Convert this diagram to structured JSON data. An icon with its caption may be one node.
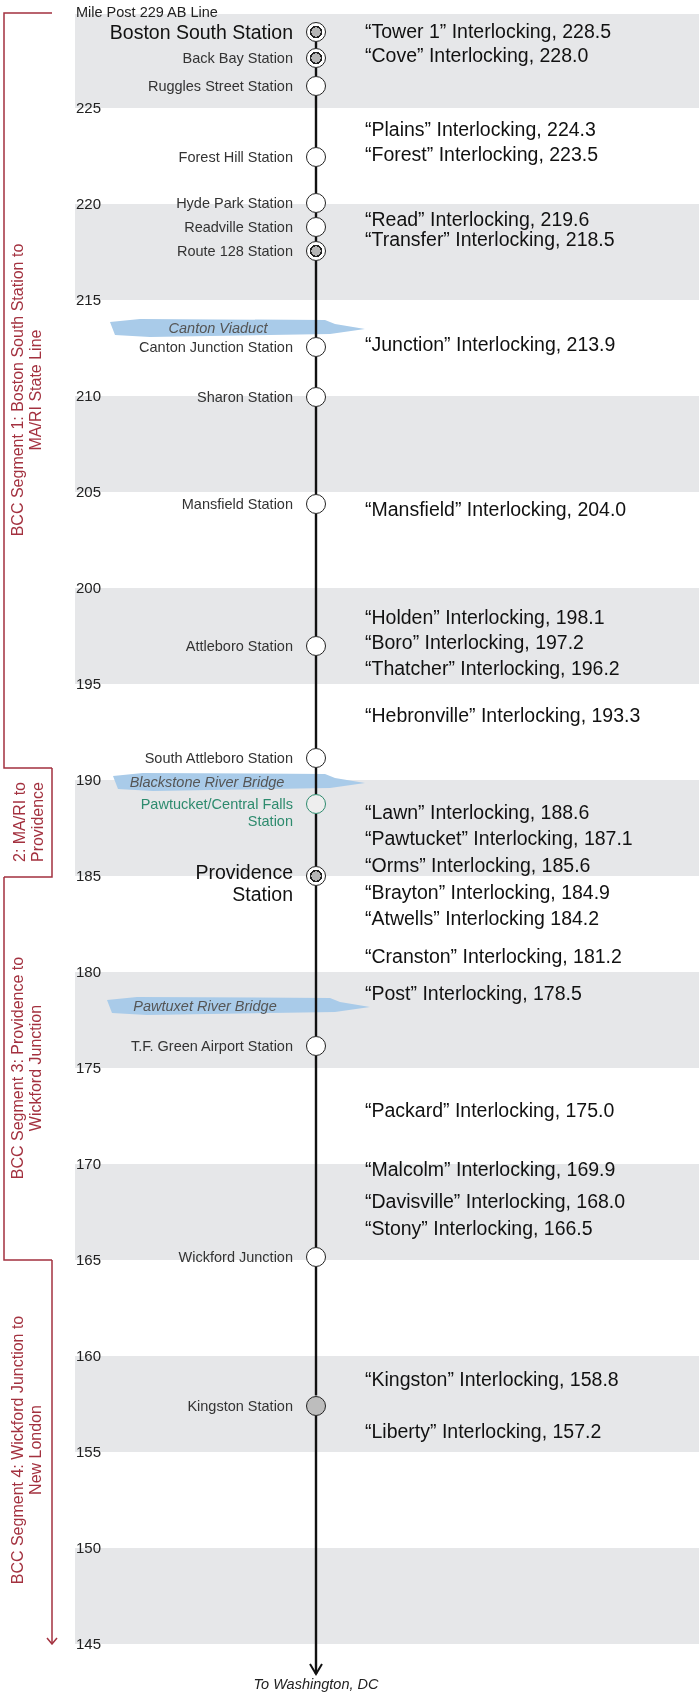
{
  "diagram": {
    "nodes": [
      {
        "text": [],
        "shape": "circle",
        "beside": [
          "Boston South Station"
        ]
      },
      {
        "text": [],
        "shape": "circle",
        "beside": [
          "Back Bay Station"
        ]
      },
      {
        "text": [],
        "shape": "circle",
        "beside": [
          "Ruggles Street Station"
        ]
      },
      {
        "text": [],
        "shape": "circle",
        "beside": [
          "Forest Hill Station"
        ]
      },
      {
        "text": [],
        "shape": "circle",
        "beside": [
          "Hyde Park Station"
        ]
      },
      {
        "text": [],
        "shape": "circle",
        "beside": [
          "Readville Station"
        ]
      },
      {
        "text": [],
        "shape": "circle",
        "beside": [
          "Route 128 Station"
        ]
      },
      {
        "text": [],
        "shape": "circle",
        "beside": [
          "Canton Junction Station"
        ]
      },
      {
        "text": [],
        "shape": "circle",
        "beside": [
          "Sharon Station"
        ]
      },
      {
        "text": [],
        "shape": "circle",
        "beside": [
          "Mansfield Station"
        ]
      },
      {
        "text": [],
        "shape": "circle",
        "beside": [
          "Attleboro Station"
        ]
      },
      {
        "text": [],
        "shape": "circle",
        "beside": [
          "South Attleboro Station"
        ]
      },
      {
        "text": [],
        "shape": "circle",
        "beside": [
          "Pawtucket/Central Falls Station"
        ]
      },
      {
        "text": [],
        "shape": "circle",
        "beside": [
          "Providence Station"
        ]
      },
      {
        "text": [],
        "shape": "circle",
        "beside": [
          "T.F. Green Airport Station"
        ]
      },
      {
        "text": [],
        "shape": "circle",
        "beside": [
          "Wickford Junction"
        ]
      },
      {
        "text": [],
        "shape": "circle",
        "beside": [
          "Kingston Station"
        ]
      },
      {
        "text": [
          "To Washington, DC"
        ]
      }
    ],
    "edges": [
      {
        "from": 0,
        "to": 1,
        "arrow": "none"
      },
      {
        "from": 1,
        "to": 2,
        "arrow": "none"
      },
      {
        "from": 2,
        "to": 3,
        "arrow": "none"
      },
      {
        "from": 3,
        "to": 4,
        "arrow": "none"
      },
      {
        "from": 4,
        "to": 5,
        "arrow": "none"
      },
      {
        "from": 5,
        "to": 6,
        "arrow": "none"
      },
      {
        "from": 6,
        "to": 7,
        "arrow": "none"
      },
      {
        "from": 7,
        "to": 8,
        "arrow": "none"
      },
      {
        "from": 8,
        "to": 9,
        "arrow": "none"
      },
      {
        "from": 9,
        "to": 10,
        "arrow": "none"
      },
      {
        "from": 10,
        "to": 11,
        "arrow": "none"
      },
      {
        "from": 11,
        "to": 12,
        "arrow": "none"
      },
      {
        "from": 12,
        "to": 13,
        "arrow": "none"
      },
      {
        "from": 13,
        "to": 14,
        "arrow": "none"
      },
      {
        "from": 14,
        "to": 15,
        "arrow": "none"
      },
      {
        "from": 15,
        "to": 16,
        "arrow": "none"
      },
      {
        "from": 16,
        "to": 17,
        "arrow": "to"
      }
    ],
    "labels": [
      "Mile Post 229 AB Line",
      "“Tower 1” Interlocking, 228.5",
      "“Cove” Interlocking, 228.0",
      "225",
      "“Plains” Interlocking, 224.3",
      "“Forest” Interlocking, 223.5",
      "220",
      "“Read” Interlocking, 219.6",
      "“Transfer” Interlocking, 218.5",
      "215",
      "Canton Viaduct",
      "“Junction” Interlocking, 213.9",
      "210",
      "205",
      "“Mansfield” Interlocking, 204.0",
      "200",
      "“Holden” Interlocking, 198.1",
      "“Boro” Interlocking, 197.2",
      "“Thatcher” Interlocking, 196.2",
      "195",
      "“Hebronville” Interlocking, 193.3",
      "190",
      "Blackstone River Bridge",
      "“Lawn” Interlocking, 188.6",
      "“Pawtucket” Interlocking, 187.1",
      "“Orms” Interlocking, 185.6",
      "185",
      "“Brayton” Interlocking, 184.9",
      "“Atwells” Interlocking 184.2",
      "“Cranston” Interlocking, 181.2",
      "180",
      "“Post” Interlocking, 178.5",
      "Pawtuxet River Bridge",
      "175",
      "“Packard” Interlocking, 175.0",
      "170",
      "“Malcolm” Interlocking, 169.9",
      "“Davisville” Interlocking, 168.0",
      "“Stony” Interlocking, 166.5",
      "165",
      "160",
      "“Kingston” Interlocking, 158.8",
      "“Liberty” Interlocking, 157.2",
      "155",
      "150",
      "145",
      "BCC Segment 1: Boston South Station to MA/RI State Line",
      "2: MA/RI to Providence",
      "BCC Segment 3: Providence to Wickford Junction",
      "BCC Segment 4: Wickford Junction to New London"
    ]
  }
}
